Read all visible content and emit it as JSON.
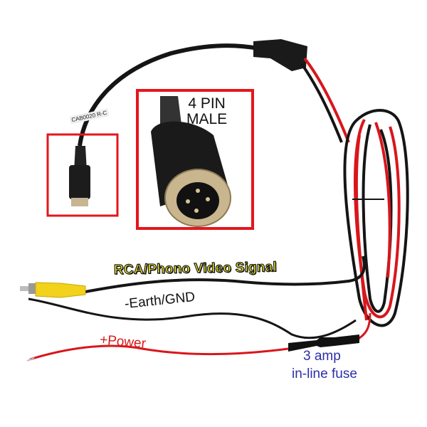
{
  "labels": {
    "connector_type": [
      "4 PIN",
      "MALE"
    ],
    "cable_tag": "CAB0020 R-C",
    "rca": "RCA/Phono Video Signal",
    "earth": "-Earth/GND",
    "power": "+Power",
    "fuse_line1": "3 amp",
    "fuse_line2": "in-line fuse"
  },
  "colors": {
    "highlight_box": "#e4161c",
    "rca_text": "#f6ee2a",
    "power_text": "#d61a1a",
    "fuse_text": "#2b2fa8",
    "cable_black": "#151515",
    "cable_red": "#d8161c",
    "rca_plug": "#f2d21a"
  }
}
